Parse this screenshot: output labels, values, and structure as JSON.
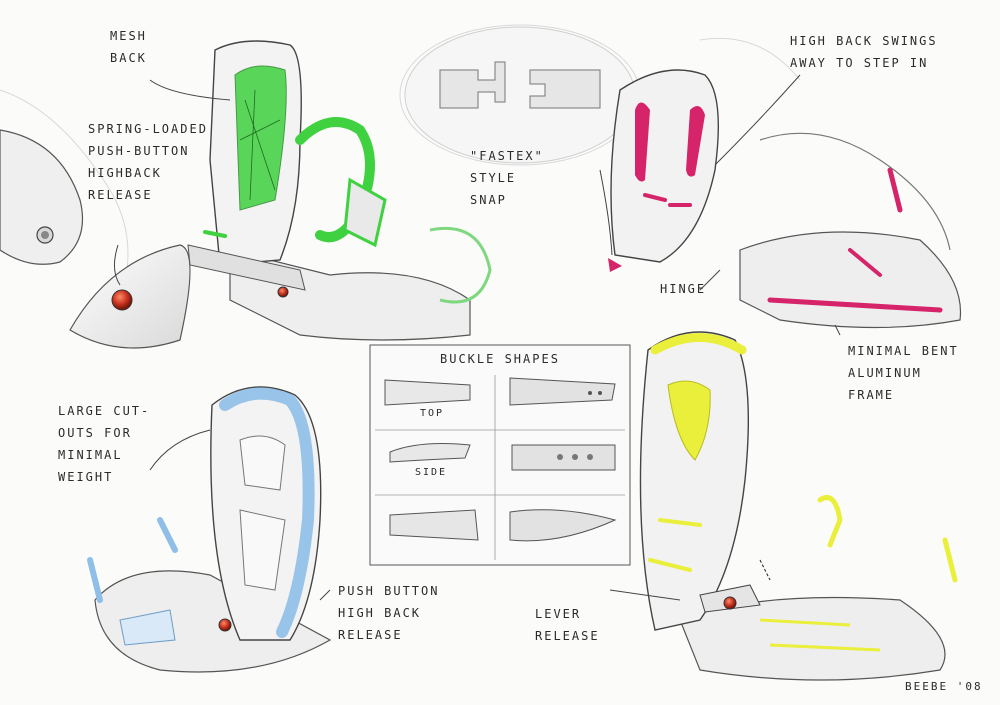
{
  "annotations": {
    "mesh_back": "MESH\nBACK",
    "spring_loaded": "SPRING-LOADED\nPUSH-BUTTON\nHIGHBACK\nRELEASE",
    "fastex": "\"FASTEX\"\nSTYLE\nSNAP",
    "highback_swings": "HIGH BACK SWINGS\nAWAY TO STEP IN",
    "hinge": "HINGE",
    "minimal_frame": "MINIMAL BENT\nALUMINUM\nFRAME",
    "large_cutouts": "LARGE CUT-\nOUTS FOR\nMINIMAL\nWEIGHT",
    "push_button_release": "PUSH BUTTON\nHIGH BACK\nRELEASE",
    "lever_release": "LEVER\nRELEASE",
    "signature": "BEEBE '08"
  },
  "buckle_panel": {
    "title": "BUCKLE SHAPES",
    "top_label": "TOP",
    "side_label": "SIDE"
  },
  "colors": {
    "green_accent": "#3fd13f",
    "magenta_accent": "#d6246a",
    "blue_accent": "#8fbfe8",
    "yellow_accent": "#e9ef3a",
    "red_button": "#c8331f",
    "pencil": "#4a4a4a"
  }
}
